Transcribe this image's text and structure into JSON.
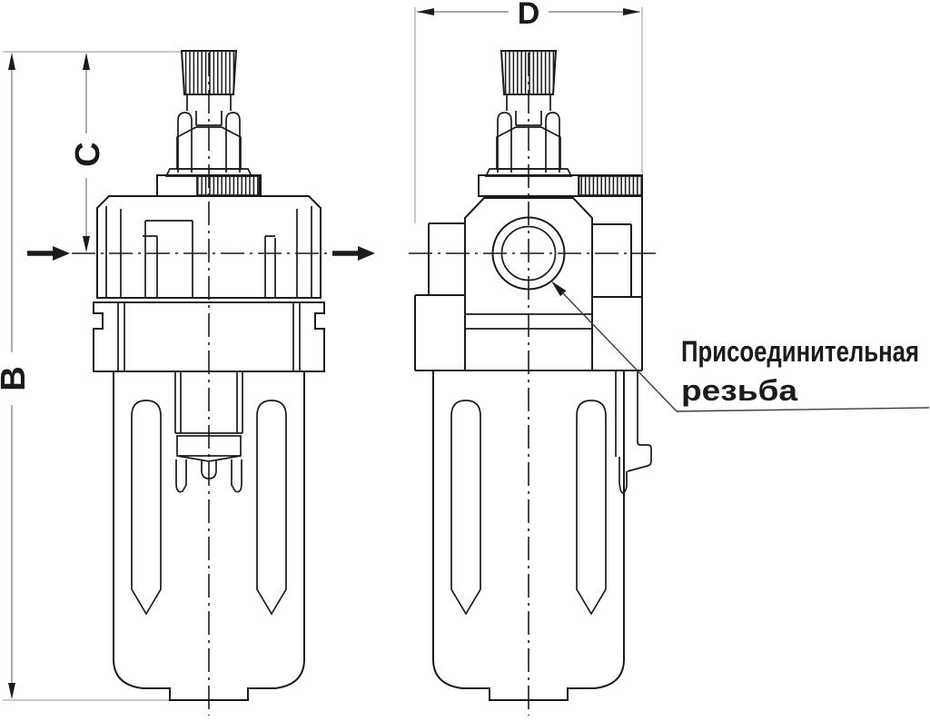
{
  "drawing": {
    "dimensions": {
      "b": "B",
      "c": "C",
      "d": "D"
    },
    "annotation": {
      "line1": "Присоединительная",
      "line2": "резьба"
    }
  },
  "colors": {
    "ink": "#1b1b1b",
    "dim-line": "#7a7a7a",
    "ext-line": "#a8a8a8",
    "bg": "#ffffff"
  }
}
